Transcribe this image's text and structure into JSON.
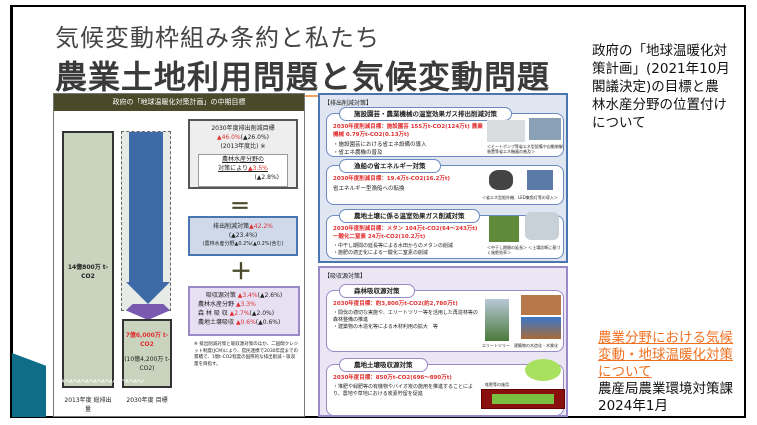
{
  "title": {
    "line1": "気候変動枠組み条約と私たち",
    "line2": "農業土地利用問題と気候変動問題"
  },
  "sidebar": {
    "description": "政府の「地球温暖化対策計画」(2021年10月閣議決定)の目標と農林水産分野の位置付けについて",
    "link": "農業分野における気候変動・地球温暖化対策について",
    "source": "農産局農業環境対策課　2024年1月"
  },
  "left_panel": {
    "header": "政府の「地球温暖化対策計画」の中期目標",
    "bar_2013": "14億800万 t-CO2",
    "bar_2030_red": "7億6,000万 t-CO2",
    "bar_2030_sub": "(10億4,200万 t-CO2)",
    "label_2013": "2013年度 総排出量",
    "label_2030": "2030年度 目標",
    "target_box": {
      "line1": "2030年度排出削減目標",
      "line2_red": "▲46.0%",
      "line2": "(▲26.0%)",
      "line3": "(2013年度比) ※",
      "inner1": "農林水産分野の",
      "inner2": "対策により",
      "inner2_red": "▲3.5%",
      "inner3": "(▲2.8%)"
    },
    "equals": "＝",
    "emission_box": {
      "line1": "排出削減対策",
      "line1_red": "▲42.2%",
      "line2": "(▲23.4%)",
      "line3": "(農林水産分野▲0.2%(▲0.2%)含む)"
    },
    "plus": "＋",
    "absorb_box": {
      "title": "吸収源対策",
      "title_red": "▲3.4%",
      "title_paren": "(▲2.6%)",
      "rows": [
        {
          "label": "農林水産分野",
          "red": "▲3.3%",
          "paren": ""
        },
        {
          "label": "森 林 吸 収",
          "red": "▲2.7%",
          "paren": "(▲2.0%)"
        },
        {
          "label": "農地土壌吸収",
          "red": "▲0.6%",
          "paren": "(▲0.6%)"
        }
      ]
    },
    "note": "※ 排出削減対策と吸収源対策のほか、二国間クレジット制度(JCM)により、官民連携で2030年度までの累積で、1億t-CO2程度の国際的な排出削減・吸収量を目指す。"
  },
  "right_panel": {
    "emission_section": "【排出削減対策】",
    "absorb_section": "【吸収源対策】",
    "cards": [
      {
        "title": "施設園芸・農業機械の温室効果ガス排出削減対策",
        "target": "2030年度削減目標：施設園芸 155万t-CO2(124万t) 農業機械 0.79万t-CO2(0.13万t)",
        "bullets": [
          "・施設園芸における省エネ設備の導入",
          "・省エネ農機の普及"
        ],
        "caption": "＜ヒートポンプ等省エネ型設備や自動制御装置等省エネ機器の普及＞"
      },
      {
        "title": "漁船の省エネルギー対策",
        "target": "2030年度削減目標：19.4万t-CO2(16.2万t)",
        "bullets": [
          "省エネルギー型漁船への転換"
        ],
        "caption": "＜省エネ型船外機、LED集魚灯等の導入＞"
      },
      {
        "title": "農地土壌に係る温室効果ガス削減対策",
        "target": "2030年度削減目標：メタン 104万t-CO2(64〜243万t) 一酸化二窒素 24万t-CO2(10.2万t)",
        "bullets": [
          "・中干し期間の延長等による水田からのメタンの削減",
          "・施肥の適正化による一酸化二窒素の削減"
        ],
        "caption": "＜中干し期間の延長＞ ＜土壌診断に基づく施肥効率＞"
      },
      {
        "title": "森林吸収源対策",
        "target": "2030年度目標：約3,800万t-CO2(約2,780万t)",
        "bullets": [
          "・間伐の適切な実施や、エリートツリー等を活用した再造林等の森林整備の推進",
          "・建築物の木造化等による木材利用の拡大　等"
        ],
        "caption": "エリートツリー　建築物の木造化・木質化"
      },
      {
        "title": "農地土壌吸収源対策",
        "target": "2030年度目標：850万t-CO2(696〜890万t)",
        "bullets": [
          "・堆肥や緑肥等の有機物やバイオ炭の施用を推進することにより、農地や草地における炭素貯留を促進"
        ],
        "caption": "堆肥等の施用"
      }
    ]
  },
  "colors": {
    "accent": "#f07020",
    "olive": "#4a4a2a",
    "blue": "#3f6aa8",
    "purple": "#7a5ab0",
    "red": "#e03030",
    "teal": "#0f6d8a"
  }
}
